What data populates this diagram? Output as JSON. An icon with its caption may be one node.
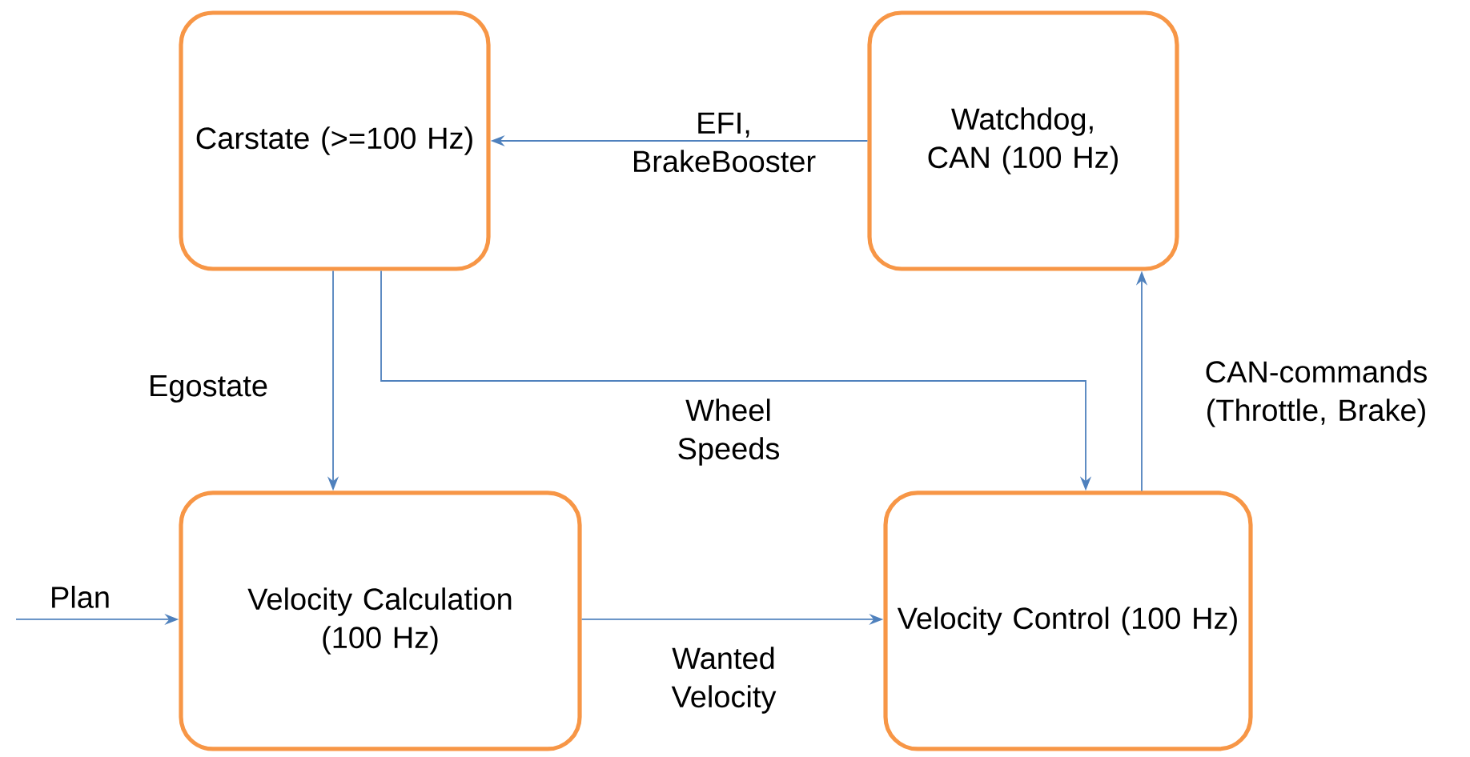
{
  "diagram": {
    "nodes": [
      {
        "text": [
          "Carstate (>=100 Hz)"
        ]
      },
      {
        "text": [
          "Watchdog, CAN (100 Hz)"
        ]
      },
      {
        "text": [
          "Velocity Calculation (100 Hz)"
        ]
      },
      {
        "text": [
          "Velocity Control (100 Hz)"
        ]
      }
    ],
    "edges": [
      {
        "from": 1,
        "to": 0,
        "arrow": "to",
        "label": "EFI, BrakeBooster"
      },
      {
        "from": 0,
        "to": 2,
        "arrow": "to",
        "label": "Egostate"
      },
      {
        "from": 0,
        "to": 3,
        "arrow": "to",
        "label": "Wheel Speeds"
      },
      {
        "from": null,
        "to": 2,
        "arrow": "to",
        "label": "Plan"
      },
      {
        "from": 2,
        "to": 3,
        "arrow": "to",
        "label": "Wanted Velocity"
      },
      {
        "from": 3,
        "to": 1,
        "arrow": "to",
        "label": "CAN-commands (Throttle, Brake)"
      }
    ]
  }
}
